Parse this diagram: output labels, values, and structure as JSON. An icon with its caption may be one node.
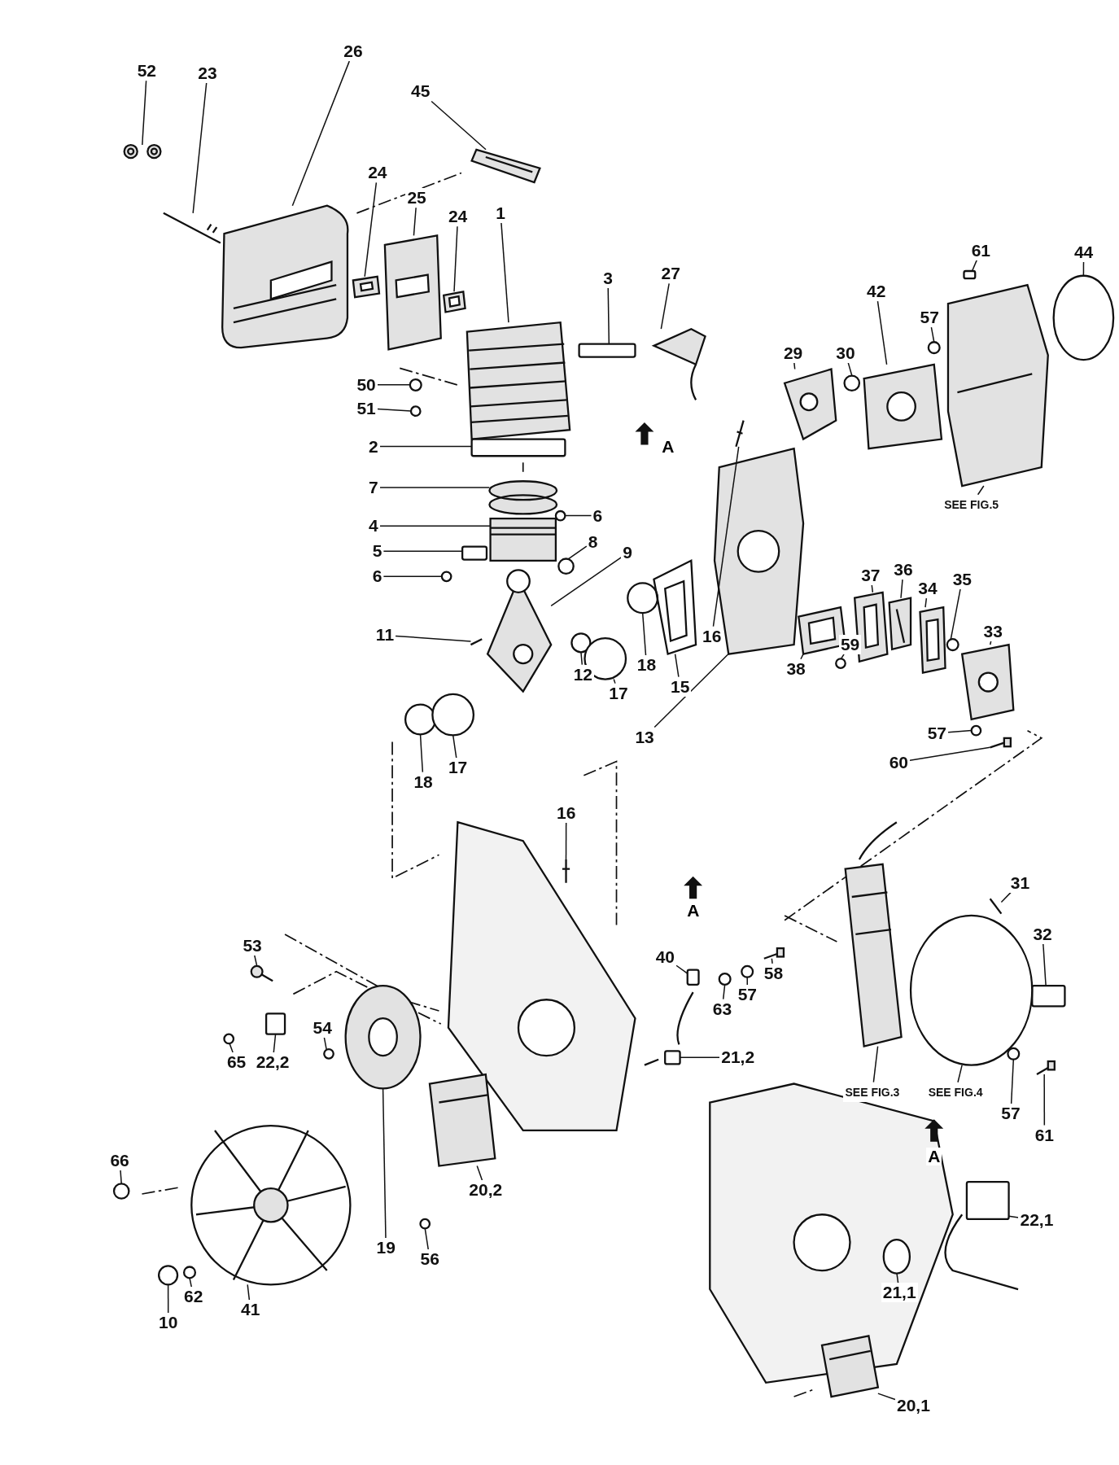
{
  "diagram": {
    "nodes": [
      {
        "text": [
          "52"
        ]
      },
      {
        "text": [
          "26"
        ]
      },
      {
        "text": [
          "23"
        ]
      },
      {
        "text": [
          "45"
        ]
      },
      {
        "text": [
          "24"
        ]
      },
      {
        "text": [
          "25"
        ]
      },
      {
        "text": [
          "24"
        ]
      },
      {
        "text": [
          "1"
        ]
      },
      {
        "text": [
          "3"
        ]
      },
      {
        "text": [
          "27"
        ]
      },
      {
        "text": [
          "44"
        ]
      },
      {
        "text": [
          "61"
        ]
      },
      {
        "text": [
          "57"
        ]
      },
      {
        "text": [
          "42"
        ]
      },
      {
        "text": [
          "30"
        ]
      },
      {
        "text": [
          "29"
        ]
      },
      {
        "text": [
          "50"
        ]
      },
      {
        "text": [
          "51"
        ]
      },
      {
        "text": [
          "2"
        ]
      },
      {
        "text": [
          "7"
        ]
      },
      {
        "text": [
          "SEE FIG.5"
        ]
      },
      {
        "text": [
          "4"
        ]
      },
      {
        "text": [
          "6"
        ]
      },
      {
        "text": [
          "5"
        ]
      },
      {
        "text": [
          "8"
        ]
      },
      {
        "text": [
          "9"
        ]
      },
      {
        "text": [
          "6"
        ]
      },
      {
        "text": [
          "16"
        ]
      },
      {
        "text": [
          "11"
        ]
      },
      {
        "text": [
          "12"
        ]
      },
      {
        "text": [
          "17"
        ]
      },
      {
        "text": [
          "18"
        ]
      },
      {
        "text": [
          "15"
        ]
      },
      {
        "text": [
          "38"
        ]
      },
      {
        "text": [
          "59"
        ]
      },
      {
        "text": [
          "37"
        ]
      },
      {
        "text": [
          "36"
        ]
      },
      {
        "text": [
          "34"
        ]
      },
      {
        "text": [
          "35"
        ]
      },
      {
        "text": [
          "33"
        ]
      },
      {
        "text": [
          "57"
        ]
      },
      {
        "text": [
          "60"
        ]
      },
      {
        "text": [
          "13"
        ]
      },
      {
        "text": [
          "18"
        ]
      },
      {
        "text": [
          "17"
        ]
      },
      {
        "text": [
          "16"
        ]
      },
      {
        "text": [
          "53"
        ]
      },
      {
        "text": [
          "40"
        ]
      },
      {
        "text": [
          "63"
        ]
      },
      {
        "text": [
          "57"
        ]
      },
      {
        "text": [
          "58"
        ]
      },
      {
        "text": [
          "31"
        ]
      },
      {
        "text": [
          "32"
        ]
      },
      {
        "text": [
          "65"
        ]
      },
      {
        "text": [
          "22,2"
        ]
      },
      {
        "text": [
          "54"
        ]
      },
      {
        "text": [
          "21,2"
        ]
      },
      {
        "text": [
          "SEE FIG.3"
        ]
      },
      {
        "text": [
          "SEE FIG.4"
        ]
      },
      {
        "text": [
          "57"
        ]
      },
      {
        "text": [
          "61"
        ]
      },
      {
        "text": [
          "66"
        ]
      },
      {
        "text": [
          "20,2"
        ]
      },
      {
        "text": [
          "19"
        ]
      },
      {
        "text": [
          "56"
        ]
      },
      {
        "text": [
          "22,1"
        ]
      },
      {
        "text": [
          "62"
        ]
      },
      {
        "text": [
          "41"
        ]
      },
      {
        "text": [
          "10"
        ]
      },
      {
        "text": [
          "21,1"
        ]
      },
      {
        "text": [
          "20,1"
        ]
      },
      {
        "text": [],
        "shape": "picture"
      },
      {
        "text": [],
        "shape": "picture"
      },
      {
        "text": [],
        "shape": "picture"
      },
      {
        "text": [],
        "shape": "picture"
      },
      {
        "text": [],
        "shape": "picture"
      },
      {
        "text": [],
        "shape": "picture"
      },
      {
        "text": [],
        "shape": "picture"
      },
      {
        "text": [],
        "shape": "picture"
      },
      {
        "text": [],
        "shape": "box"
      },
      {
        "text": [],
        "shape": "picture"
      },
      {
        "text": [],
        "shape": "circle"
      },
      {
        "text": [],
        "shape": "box"
      },
      {
        "text": [],
        "shape": "circle"
      },
      {
        "text": [],
        "shape": "picture"
      },
      {
        "text": [],
        "shape": "circle"
      },
      {
        "text": [],
        "shape": "picture"
      },
      {
        "text": [],
        "shape": "circle"
      },
      {
        "text": [],
        "shape": "circle"
      },
      {
        "text": [],
        "shape": "box"
      },
      {
        "text": [],
        "shape": "picture"
      },
      {
        "text": [],
        "shape": "picture"
      },
      {
        "text": [],
        "shape": "picture"
      },
      {
        "text": [],
        "shape": "circle"
      },
      {
        "text": [],
        "shape": "box"
      },
      {
        "text": [],
        "shape": "circle"
      },
      {
        "text": [],
        "shape": "picture"
      },
      {
        "text": [],
        "shape": "circle"
      },
      {
        "text": [],
        "shape": "picture"
      },
      {
        "text": [],
        "shape": "picture"
      },
      {
        "text": [],
        "shape": "circle"
      },
      {
        "text": [],
        "shape": "circle"
      },
      {
        "text": [],
        "shape": "circle"
      },
      {
        "text": [],
        "shape": "picture"
      },
      {
        "text": [],
        "shape": "picture"
      },
      {
        "text": [],
        "shape": "circle"
      },
      {
        "text": [],
        "shape": "picture"
      },
      {
        "text": [],
        "shape": "picture"
      },
      {
        "text": [],
        "shape": "picture"
      },
      {
        "text": [],
        "shape": "circle"
      },
      {
        "text": [],
        "shape": "picture"
      },
      {
        "text": [],
        "shape": "circle"
      },
      {
        "text": [],
        "shape": "picture"
      },
      {
        "text": [],
        "shape": "picture"
      },
      {
        "text": [],
        "shape": "circle"
      },
      {
        "text": [],
        "shape": "circle"
      },
      {
        "text": [],
        "shape": "picture"
      },
      {
        "text": [],
        "shape": "picture"
      },
      {
        "text": [],
        "shape": "box"
      },
      {
        "text": [],
        "shape": "circle"
      },
      {
        "text": [],
        "shape": "circle"
      },
      {
        "text": [],
        "shape": "picture"
      },
      {
        "text": [],
        "shape": "picture"
      },
      {
        "text": [],
        "shape": "box"
      },
      {
        "text": [],
        "shape": "circle"
      },
      {
        "text": [],
        "shape": "box"
      },
      {
        "text": [],
        "shape": "circle"
      },
      {
        "text": [],
        "shape": "box"
      },
      {
        "text": [],
        "shape": "picture"
      },
      {
        "text": [],
        "shape": "circle"
      },
      {
        "text": [],
        "shape": "circle"
      },
      {
        "text": [],
        "shape": "picture"
      },
      {
        "text": [],
        "shape": "circle"
      },
      {
        "text": [],
        "shape": "picture"
      },
      {
        "text": [],
        "shape": "picture"
      },
      {
        "text": [],
        "shape": "circle"
      },
      {
        "text": [],
        "shape": "box"
      },
      {
        "text": [],
        "shape": "circle"
      },
      {
        "text": [],
        "shape": "picture"
      },
      {
        "text": [],
        "shape": "circle"
      },
      {
        "text": [],
        "shape": "circle"
      },
      {
        "text": [],
        "shape": "picture"
      }
    ],
    "edges": [
      {
        "from": 0,
        "to": 71,
        "arrow": "none"
      },
      {
        "from": 1,
        "to": 72,
        "arrow": "none"
      },
      {
        "from": 2,
        "to": 73,
        "arrow": "none"
      },
      {
        "from": 3,
        "to": 74,
        "arrow": "none"
      },
      {
        "from": 4,
        "to": 75,
        "arrow": "none"
      },
      {
        "from": 5,
        "to": 76,
        "arrow": "none"
      },
      {
        "from": 6,
        "to": 77,
        "arrow": "none"
      },
      {
        "from": 7,
        "to": 78,
        "arrow": "none"
      },
      {
        "from": 8,
        "to": 79,
        "arrow": "none"
      },
      {
        "from": 9,
        "to": 80,
        "arrow": "none"
      },
      {
        "from": 10,
        "to": 81,
        "arrow": "none"
      },
      {
        "from": 11,
        "to": 82,
        "arrow": "none"
      },
      {
        "from": 12,
        "to": 83,
        "arrow": "none"
      },
      {
        "from": 13,
        "to": 84,
        "arrow": "none"
      },
      {
        "from": 14,
        "to": 85,
        "arrow": "none"
      },
      {
        "from": 15,
        "to": 86,
        "arrow": "none"
      },
      {
        "from": 16,
        "to": 87,
        "arrow": "none"
      },
      {
        "from": 17,
        "to": 88,
        "arrow": "none"
      },
      {
        "from": 18,
        "to": 89,
        "arrow": "none"
      },
      {
        "from": 19,
        "to": 90,
        "arrow": "none"
      },
      {
        "from": 20,
        "to": 91,
        "arrow": "none"
      },
      {
        "from": 21,
        "to": 92,
        "arrow": "none"
      },
      {
        "from": 22,
        "to": 93,
        "arrow": "none"
      },
      {
        "from": 23,
        "to": 94,
        "arrow": "none"
      },
      {
        "from": 24,
        "to": 95,
        "arrow": "none"
      },
      {
        "from": 25,
        "to": 96,
        "arrow": "none"
      },
      {
        "from": 26,
        "to": 97,
        "arrow": "none"
      },
      {
        "from": 27,
        "to": 98,
        "arrow": "none"
      },
      {
        "from": 28,
        "to": 99,
        "arrow": "none"
      },
      {
        "from": 29,
        "to": 100,
        "arrow": "none"
      },
      {
        "from": 30,
        "to": 101,
        "arrow": "none"
      },
      {
        "from": 31,
        "to": 102,
        "arrow": "none"
      },
      {
        "from": 32,
        "to": 103,
        "arrow": "none"
      },
      {
        "from": 33,
        "to": 104,
        "arrow": "none"
      },
      {
        "from": 34,
        "to": 105,
        "arrow": "none"
      },
      {
        "from": 35,
        "to": 106,
        "arrow": "none"
      },
      {
        "from": 36,
        "to": 107,
        "arrow": "none"
      },
      {
        "from": 37,
        "to": 108,
        "arrow": "none"
      },
      {
        "from": 38,
        "to": 109,
        "arrow": "none"
      },
      {
        "from": 39,
        "to": 110,
        "arrow": "none"
      },
      {
        "from": 40,
        "to": 111,
        "arrow": "none"
      },
      {
        "from": 41,
        "to": 112,
        "arrow": "none"
      },
      {
        "from": 42,
        "to": 113,
        "arrow": "none"
      },
      {
        "from": 43,
        "to": 114,
        "arrow": "none"
      },
      {
        "from": 44,
        "to": 115,
        "arrow": "none"
      },
      {
        "from": 45,
        "to": 116,
        "arrow": "none"
      },
      {
        "from": 46,
        "to": 117,
        "arrow": "none"
      },
      {
        "from": 47,
        "to": 118,
        "arrow": "none"
      },
      {
        "from": 48,
        "to": 119,
        "arrow": "none"
      },
      {
        "from": 49,
        "to": 120,
        "arrow": "none"
      },
      {
        "from": 50,
        "to": 121,
        "arrow": "none"
      },
      {
        "from": 51,
        "to": 122,
        "arrow": "none"
      },
      {
        "from": 52,
        "to": 123,
        "arrow": "none"
      },
      {
        "from": 53,
        "to": 124,
        "arrow": "none"
      },
      {
        "from": 54,
        "to": 125,
        "arrow": "none"
      },
      {
        "from": 55,
        "to": 126,
        "arrow": "none"
      },
      {
        "from": 56,
        "to": 127,
        "arrow": "none"
      },
      {
        "from": 57,
        "to": 128,
        "arrow": "none"
      },
      {
        "from": 58,
        "to": 129,
        "arrow": "none"
      },
      {
        "from": 59,
        "to": 130,
        "arrow": "none"
      },
      {
        "from": 60,
        "to": 131,
        "arrow": "none"
      },
      {
        "from": 61,
        "to": 132,
        "arrow": "none"
      },
      {
        "from": 62,
        "to": 133,
        "arrow": "none"
      },
      {
        "from": 63,
        "to": 134,
        "arrow": "none"
      },
      {
        "from": 64,
        "to": 135,
        "arrow": "none"
      },
      {
        "from": 65,
        "to": 136,
        "arrow": "none"
      },
      {
        "from": 66,
        "to": 137,
        "arrow": "none"
      },
      {
        "from": 67,
        "to": 138,
        "arrow": "none"
      },
      {
        "from": 68,
        "to": 139,
        "arrow": "none"
      },
      {
        "from": 69,
        "to": 140,
        "arrow": "none"
      },
      {
        "from": 70,
        "to": 141,
        "arrow": "none"
      }
    ],
    "labels": [
      "A",
      "A",
      "A"
    ]
  }
}
